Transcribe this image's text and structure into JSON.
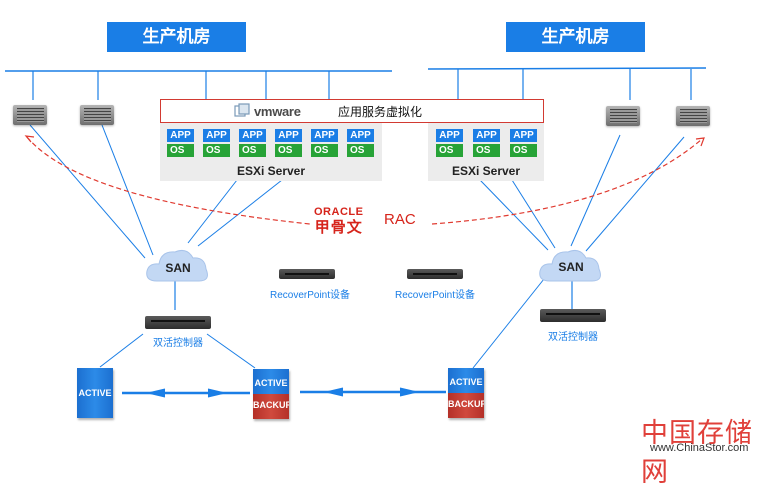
{
  "rooms": {
    "left": "生产机房",
    "right": "生产机房"
  },
  "virtualization": {
    "logo": "vmware",
    "label": "应用服务虚拟化"
  },
  "esxi": {
    "left": {
      "label": "ESXi Server",
      "vms": [
        {
          "app": "APP",
          "os": "OS"
        },
        {
          "app": "APP",
          "os": "OS"
        },
        {
          "app": "APP",
          "os": "OS"
        },
        {
          "app": "APP",
          "os": "OS"
        },
        {
          "app": "APP",
          "os": "OS"
        },
        {
          "app": "APP",
          "os": "OS"
        }
      ]
    },
    "right": {
      "label": "ESXi Server",
      "vms": [
        {
          "app": "APP",
          "os": "OS"
        },
        {
          "app": "APP",
          "os": "OS"
        },
        {
          "app": "APP",
          "os": "OS"
        }
      ]
    }
  },
  "oracle": {
    "brand": "ORACLE",
    "brand_cn": "甲骨文",
    "label": "RAC"
  },
  "san": {
    "left": "SAN",
    "right": "SAN"
  },
  "recoverpoint": {
    "left": "RecoverPoint设备",
    "right": "RecoverPoint设备"
  },
  "controllers": {
    "left": "双活控制器",
    "right": "双活控制器"
  },
  "storage": {
    "left": {
      "active": "ACTIVE"
    },
    "middle": {
      "active": "ACTIVE",
      "backup": "BACKUP"
    },
    "right": {
      "active": "ACTIVE",
      "backup": "BACKUP"
    }
  },
  "watermark": {
    "name": "中国存储网",
    "url": "www.ChinaStor.com"
  },
  "colors": {
    "accent_blue": "#1a7ee6",
    "os_green": "#27a337",
    "oracle_red": "#d6241b",
    "backup_red": "#c13c30"
  }
}
